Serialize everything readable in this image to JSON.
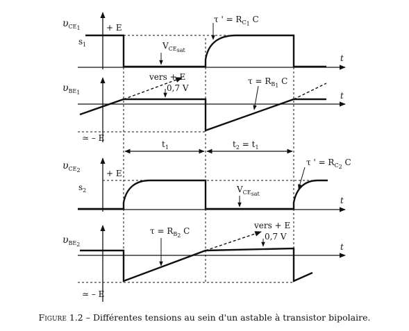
{
  "caption": {
    "label": "Figure 1.2",
    "separator": " – ",
    "text": "Différentes tensions au sein d'un astable à transistor bipolaire."
  },
  "panel1": {
    "axis": "υ",
    "axis_sub": "CE",
    "axis_subsub": "1",
    "level_high": "+ E",
    "s": "s",
    "s_sub": "1",
    "vsat": "V",
    "vsat_sub": "CE",
    "vsat_subsub": "sat",
    "tau_prefix": "τ ' = R",
    "tau_sub": "C",
    "tau_subsub": "1",
    "tau_suffix": " C",
    "t": "t"
  },
  "panel2": {
    "axis": "υ",
    "axis_sub": "BE",
    "axis_subsub": "1",
    "vers": "vers + E",
    "v07": "0,7 V",
    "tau_prefix": "τ = R",
    "tau_sub": "B",
    "tau_subsub": "1",
    "tau_suffix": " C",
    "t": "t",
    "minus_e": "≃ – E"
  },
  "intervals": {
    "t1": "t",
    "t1_sub": "1",
    "t2": "t",
    "t2_sub": "2",
    "t2_eq": " = t",
    "t2_eq_sub": "1"
  },
  "panel3": {
    "axis": "υ",
    "axis_sub": "CE",
    "axis_subsub": "2",
    "level_high": "+ E",
    "s": "s",
    "s_sub": "2",
    "vsat": "V",
    "vsat_sub": "CE",
    "vsat_subsub": "sat",
    "tau_prefix": "τ ' = R",
    "tau_sub": "C",
    "tau_subsub": "2",
    "tau_suffix": " C",
    "t": "t"
  },
  "panel4": {
    "axis": "υ",
    "axis_sub": "BE",
    "axis_subsub": "2",
    "vers": "vers + E",
    "v07": "0,7 V",
    "tau_prefix": "τ = R",
    "tau_sub": "B",
    "tau_subsub": "2",
    "tau_suffix": " C",
    "t": "t",
    "minus_e": "≃ – E"
  }
}
